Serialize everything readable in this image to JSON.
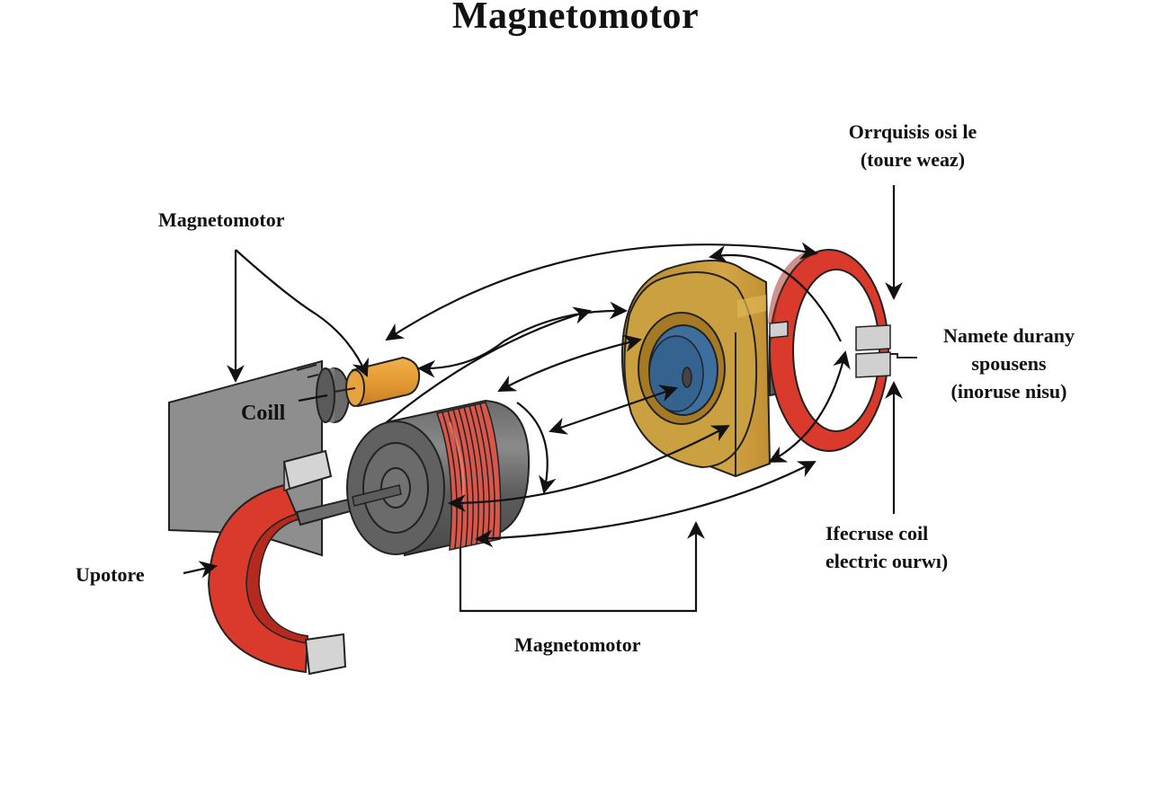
{
  "title": "Magnetomotor",
  "labels": {
    "top_left": "Magnetomotor",
    "coil": "Coill",
    "upotore": "Upotore",
    "bottom": "Magnetomotor",
    "top_right": [
      "Orrquisis osi le",
      "(toure weaz)"
    ],
    "mid_right": [
      "Namete durany",
      "spousens",
      "(inoruse nisu)"
    ],
    "bottom_right": [
      "Ifecruse coil",
      "electric ourwı)"
    ]
  },
  "components": [
    {
      "name": "back-plate",
      "color": "#8c8c8c"
    },
    {
      "name": "horseshoe-magnet",
      "color": "#d93a2b"
    },
    {
      "name": "small-cylinder",
      "color": "#e0962f"
    },
    {
      "name": "coil-spool",
      "color": "#5a5a5a",
      "winding_color": "#d9574a"
    },
    {
      "name": "rotor-housing",
      "color": "#c99a38"
    },
    {
      "name": "rotor-core",
      "color": "#3d6f9e"
    },
    {
      "name": "ring-magnet",
      "color": "#d93a2b"
    }
  ]
}
